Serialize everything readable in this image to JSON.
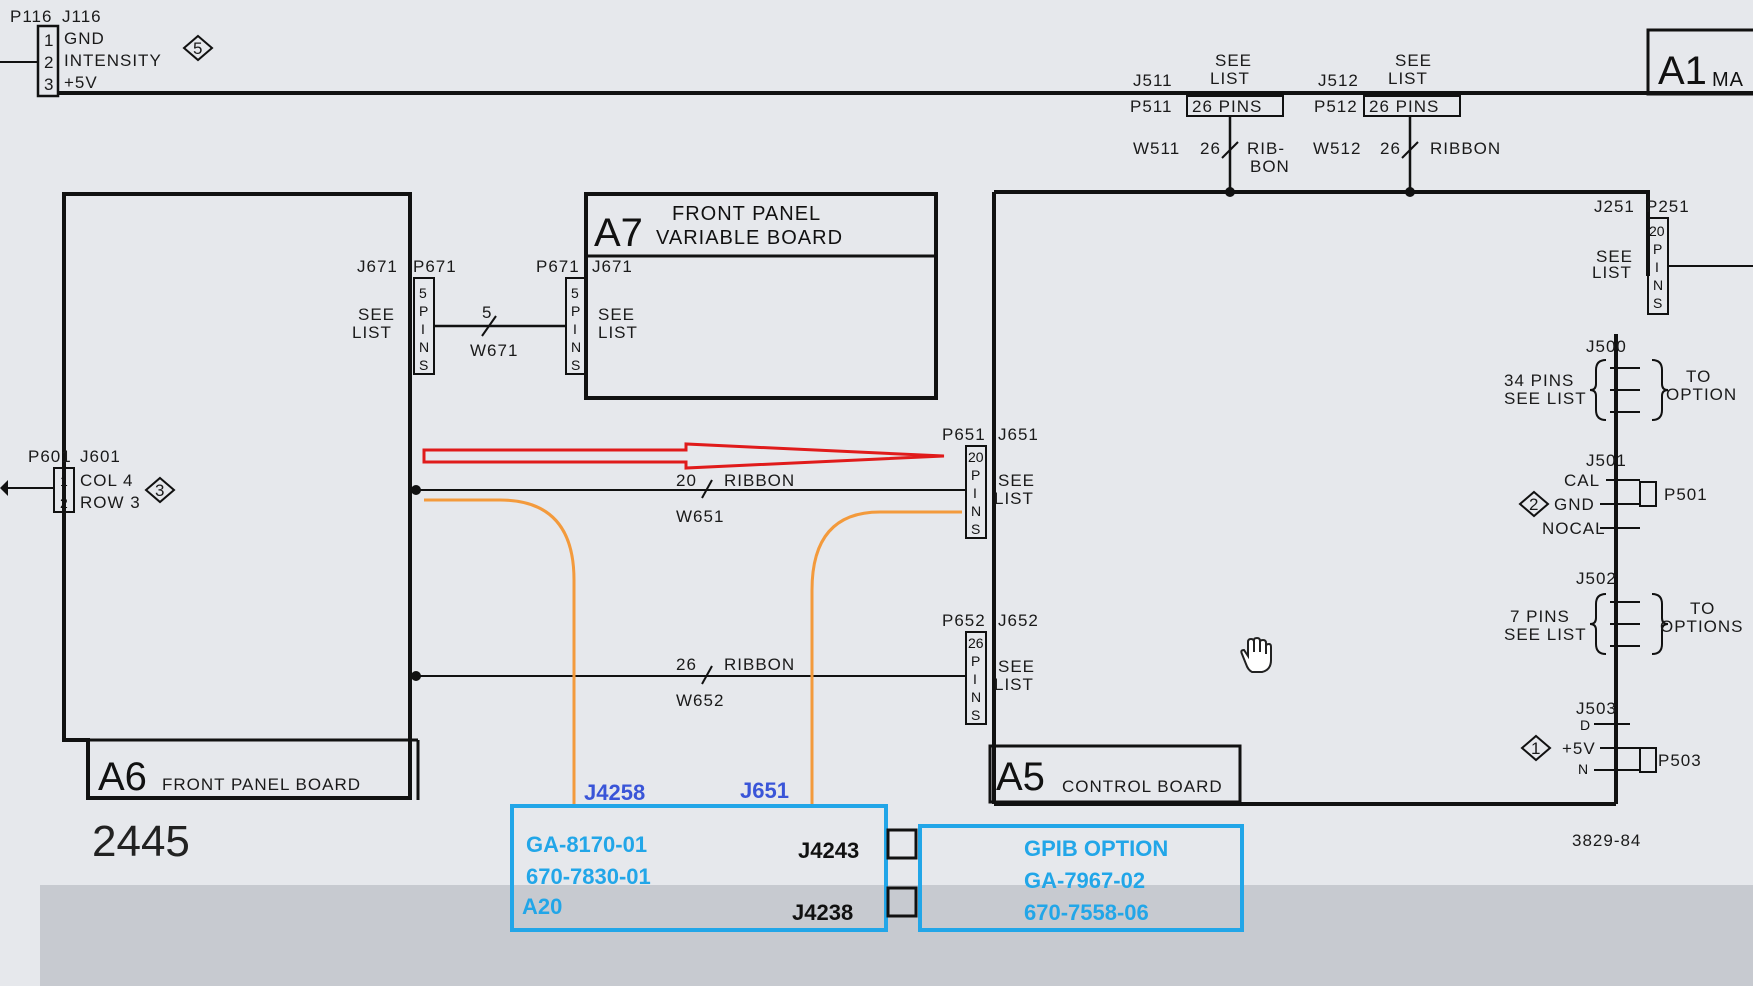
{
  "top_connector": {
    "p_label": "P116",
    "j_label": "J116",
    "pins": [
      "1",
      "2",
      "3"
    ],
    "signals": [
      "GND",
      "INTENSITY",
      "+5V"
    ],
    "note_num": "5"
  },
  "a1": {
    "label": "A1",
    "suffix": "MA"
  },
  "j511": {
    "j": "J511",
    "p": "P511",
    "see": "SEE",
    "list": "LIST",
    "pins": "26 PINS",
    "w": "W511",
    "wcount": "26",
    "ribbon1": "RIB-",
    "ribbon2": "BON"
  },
  "j512": {
    "j": "J512",
    "p": "P512",
    "see": "SEE",
    "list": "LIST",
    "pins": "26 PINS",
    "w": "W512",
    "wcount": "26",
    "ribbon": "RIBBON"
  },
  "a7": {
    "id": "A7",
    "line1": "FRONT  PANEL",
    "line2": "VARIABLE  BOARD"
  },
  "j671": {
    "j_left": "J671",
    "p_left": "P671",
    "see": "SEE",
    "list": "LIST",
    "pins_left": [
      "5",
      "P",
      "I",
      "N",
      "S"
    ],
    "wire_count": "5",
    "wire": "W671",
    "p_right": "P671",
    "j_right": "J671",
    "pins_right": [
      "5",
      "P",
      "I",
      "N",
      "S"
    ],
    "see_r": "SEE",
    "list_r": "LIST"
  },
  "j601": {
    "p": "P601",
    "j": "J601",
    "pins": [
      "1",
      "2"
    ],
    "signals": [
      "COL 4",
      "ROW 3"
    ],
    "note_num": "3"
  },
  "j651": {
    "p": "P651",
    "j": "J651",
    "pins": [
      "20",
      "P",
      "I",
      "N",
      "S"
    ],
    "see": "SEE",
    "list": "LIST",
    "wire_count": "20",
    "ribbon": "RIBBON",
    "wire": "W651"
  },
  "j652": {
    "p": "P652",
    "j": "J652",
    "pins": [
      "26",
      "P",
      "I",
      "N",
      "S"
    ],
    "see": "SEE",
    "list": "LIST",
    "wire_count": "26",
    "ribbon": "RIBBON",
    "wire": "W652"
  },
  "j251": {
    "j": "J251",
    "p": "P251",
    "pins": [
      "20",
      "P",
      "I",
      "N",
      "S"
    ],
    "see": "SEE",
    "list": "LIST"
  },
  "j500": {
    "j": "J500",
    "pins_label": "34 PINS",
    "see_list": "SEE LIST",
    "to": "TO",
    "option": "OPTION"
  },
  "j501": {
    "j": "J501",
    "signals": [
      "CAL",
      "GND",
      "NOCAL"
    ],
    "p": "P501",
    "note_num": "2"
  },
  "j502": {
    "j": "J502",
    "pins_label": "7 PINS",
    "see_list": "SEE LIST",
    "to": "TO",
    "options": "OPTIONS"
  },
  "j503": {
    "j": "J503",
    "signals": [
      "D",
      "+5V",
      "N"
    ],
    "p": "P503",
    "note_num": "1"
  },
  "a6": {
    "id": "A6",
    "name": "FRONT  PANEL  BOARD"
  },
  "a5": {
    "id": "A5",
    "name": "CONTROL  BOARD"
  },
  "page_num": "2445",
  "figure_num": "3829-84",
  "annotations": {
    "j4258": "J4258",
    "j651": "J651",
    "ga_board": [
      "GA-8170-01",
      "670-7830-01",
      "A20"
    ],
    "j4243": "J4243",
    "j4238": "J4238",
    "gpib": [
      "GPIB OPTION",
      "GA-7967-02",
      "670-7558-06"
    ],
    "colors": {
      "red_arrow": "#e01b1b",
      "orange_wire": "#f39a3c",
      "blue_text": "#3a55d8",
      "cyan_box": "#22a6e8"
    }
  }
}
